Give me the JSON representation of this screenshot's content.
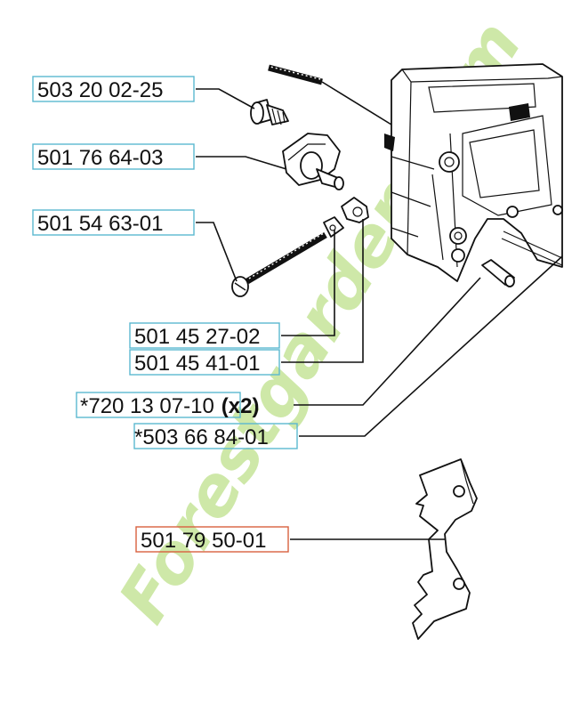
{
  "watermark": {
    "text": "Forestgarden.com"
  },
  "colors": {
    "label_box_standard": "#5bb8cf",
    "label_box_highlight": "#d9603f",
    "watermark": "#c6e59a",
    "line": "#111111"
  },
  "parts": [
    {
      "number": "503 20 02-25",
      "qty": "",
      "highlight": false,
      "component": "bar-bolt"
    },
    {
      "number": "501 76 64-03",
      "qty": "",
      "highlight": false,
      "component": "chain-catcher"
    },
    {
      "number": "501 54 63-01",
      "qty": "",
      "highlight": false,
      "component": "tensioner-screw"
    },
    {
      "number": "501 45 27-02",
      "qty": "",
      "highlight": false,
      "component": "washer"
    },
    {
      "number": "501 45 41-01",
      "qty": "",
      "highlight": false,
      "component": "adjuster-nut"
    },
    {
      "number": "*720 13 07-10",
      "qty": "(x2)",
      "highlight": false,
      "component": "guide-bar-stud"
    },
    {
      "number": "*503 66 84-01",
      "qty": "",
      "highlight": false,
      "component": "dowel-pin"
    },
    {
      "number": "501 79 50-01",
      "qty": "",
      "highlight": true,
      "component": "bumper-spike"
    }
  ]
}
